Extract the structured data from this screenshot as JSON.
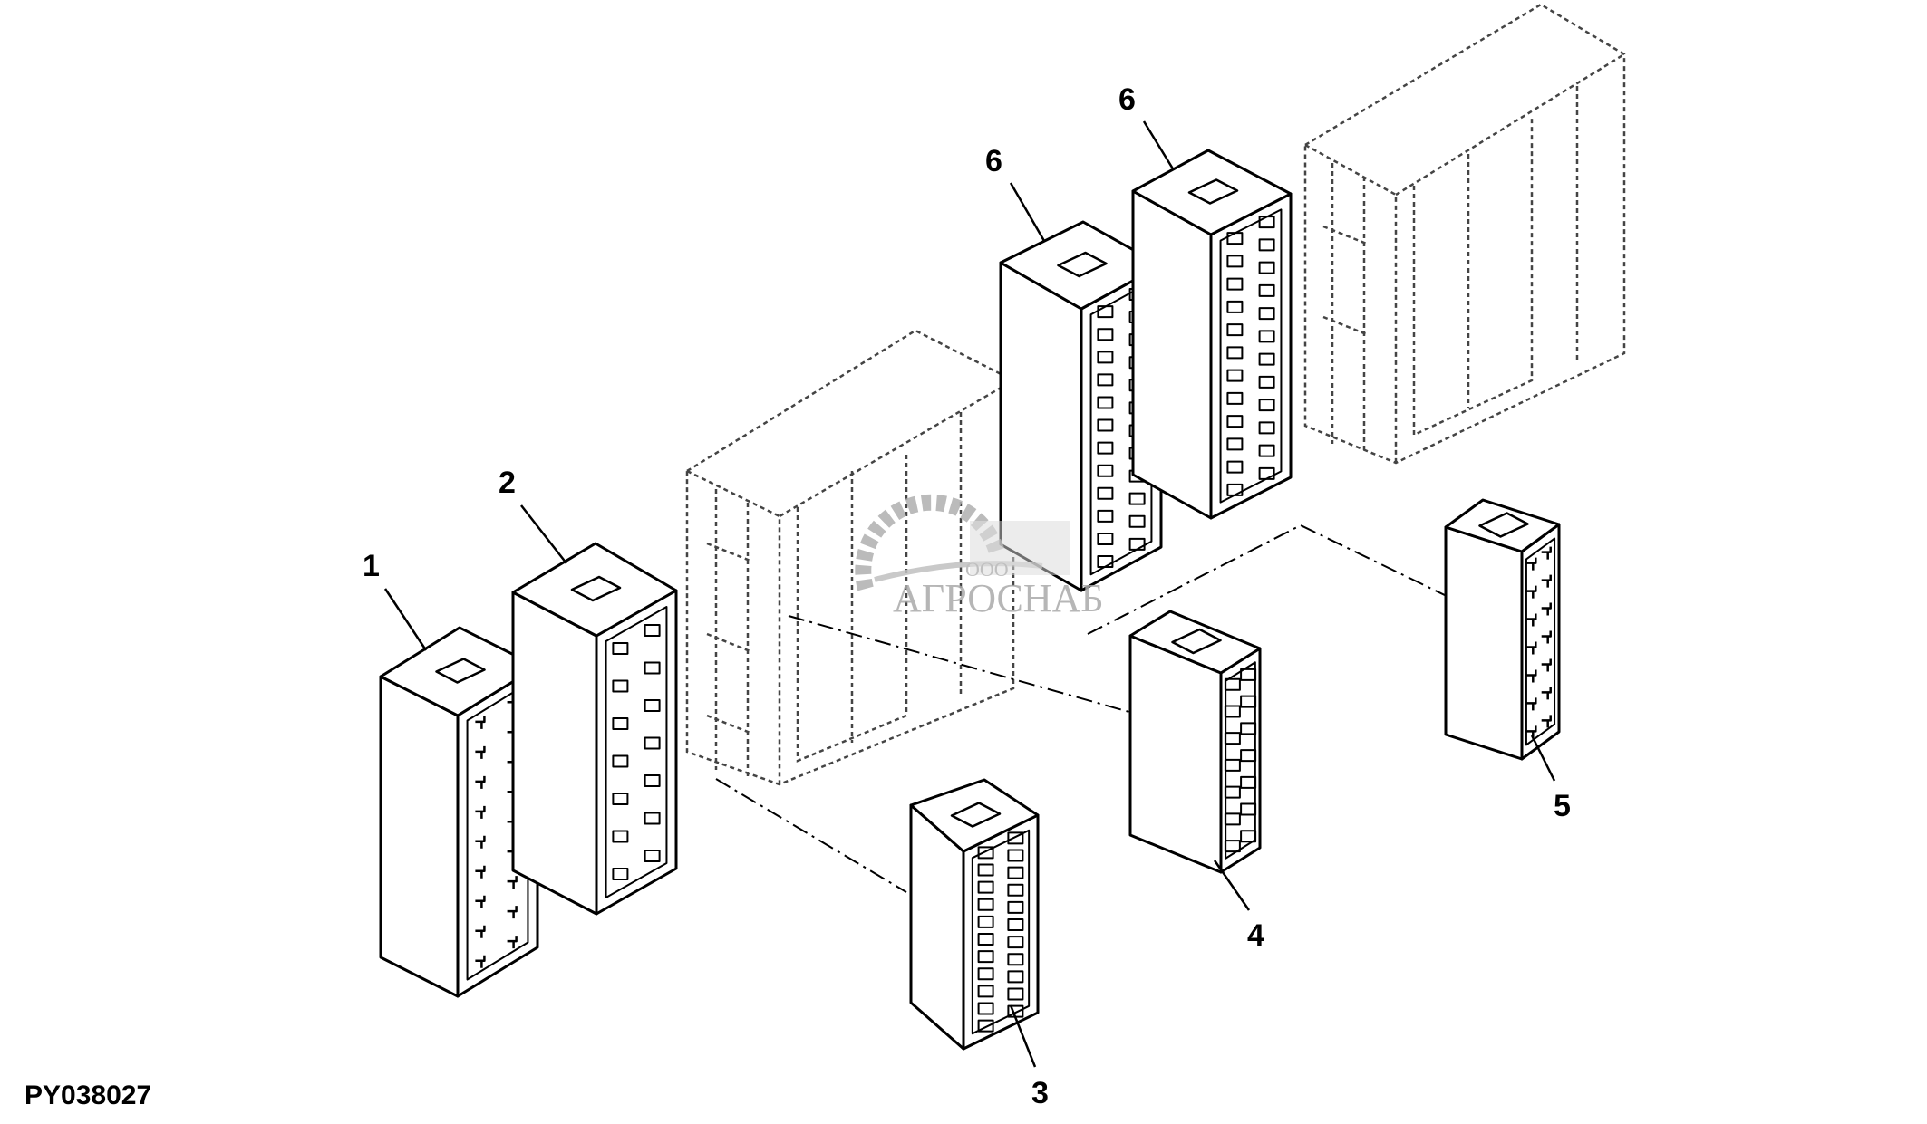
{
  "figure": {
    "id": "PY038027",
    "callouts": [
      "1",
      "2",
      "3",
      "4",
      "5",
      "6",
      "6"
    ]
  },
  "watermark": {
    "prefix": "ООО",
    "name": "АГРОСНАБ"
  },
  "colors": {
    "line": "#000000",
    "ghost": "#555555",
    "watermark": "#aaaaaa"
  }
}
